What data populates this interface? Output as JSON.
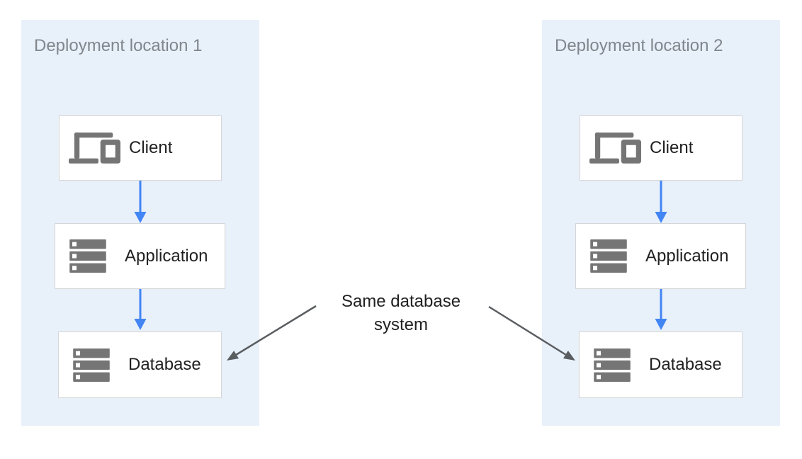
{
  "diagram": {
    "panels": [
      {
        "title": "Deployment location 1",
        "nodes": [
          {
            "label": "Client",
            "icon": "devices-icon"
          },
          {
            "label": "Application",
            "icon": "server-stack-icon"
          },
          {
            "label": "Database",
            "icon": "server-stack-icon"
          }
        ]
      },
      {
        "title": "Deployment location 2",
        "nodes": [
          {
            "label": "Client",
            "icon": "devices-icon"
          },
          {
            "label": "Application",
            "icon": "server-stack-icon"
          },
          {
            "label": "Database",
            "icon": "server-stack-icon"
          }
        ]
      }
    ],
    "annotation": {
      "lines": [
        "Same database",
        "system"
      ],
      "full_text": "Same database system"
    },
    "colors": {
      "panel_bg": "#e8f0fa",
      "panel_title": "#80868b",
      "box_bg": "#ffffff",
      "box_border": "#d6d6d6",
      "label_text": "#212121",
      "icon_gray": "#757575",
      "arrow_blue": "#4285f4",
      "arrow_dark": "#5a5d60",
      "page_bg": "#ffffff"
    }
  }
}
